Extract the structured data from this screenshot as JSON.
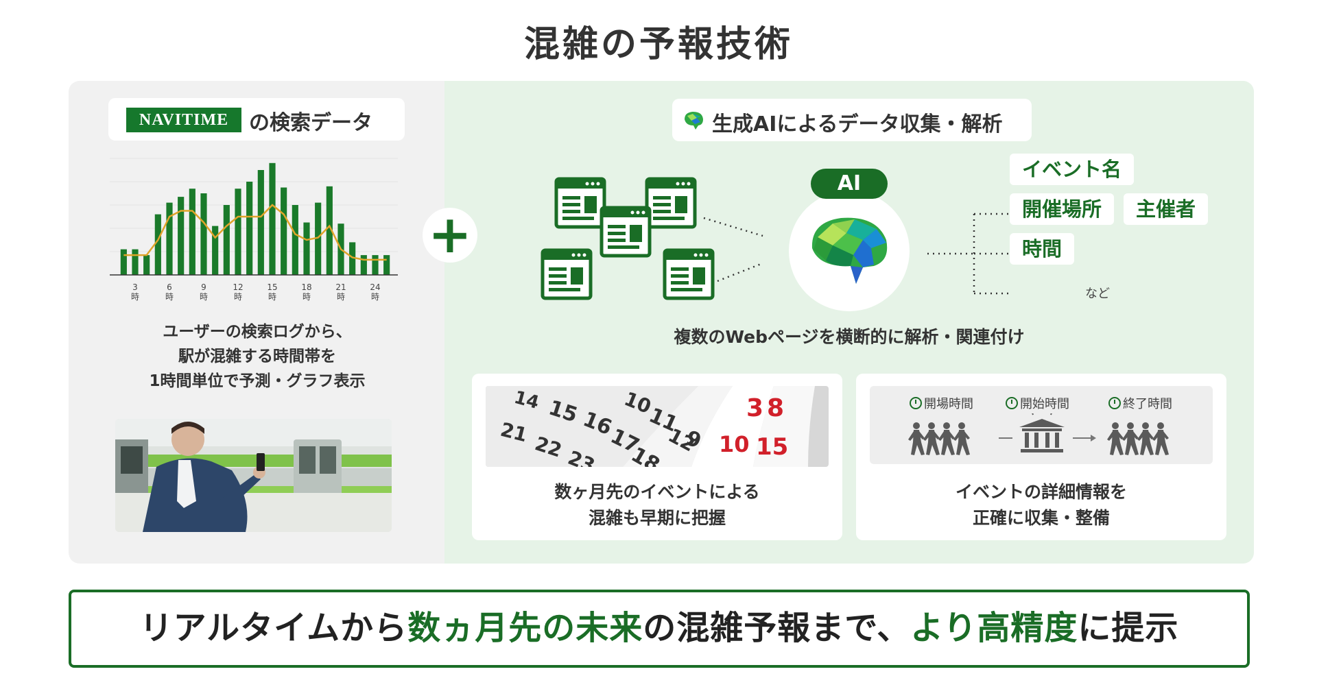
{
  "title": "混雑の予報技術",
  "left": {
    "logo_text": "NAVITIME",
    "logo_suffix": "の検索データ",
    "chart_ticks": [
      {
        "num": "3",
        "unit": "時"
      },
      {
        "num": "6",
        "unit": "時"
      },
      {
        "num": "9",
        "unit": "時"
      },
      {
        "num": "12",
        "unit": "時"
      },
      {
        "num": "15",
        "unit": "時"
      },
      {
        "num": "18",
        "unit": "時"
      },
      {
        "num": "21",
        "unit": "時"
      },
      {
        "num": "24",
        "unit": "時"
      }
    ],
    "description": [
      "ユーザーの検索ログから、",
      "駅が混雑する時間帯を",
      "1時間単位で予測・グラフ表示"
    ]
  },
  "plus": "+",
  "right": {
    "header": "生成AIによるデータ収集・解析",
    "ai_badge": "AI",
    "tags": [
      "イベント名",
      "開催場所",
      "主催者",
      "時間"
    ],
    "tags_note": "など",
    "description": "複数のWebページを横断的に解析・関連付け",
    "cards": [
      {
        "lines": [
          "数ヶ月先のイベントによる",
          "混雑も早期に把握"
        ]
      },
      {
        "timeline": [
          "開場時間",
          "開始時間",
          "終了時間"
        ],
        "lines": [
          "イベントの詳細情報を",
          "正確に収集・整備"
        ]
      }
    ]
  },
  "bottom": {
    "segments": [
      {
        "text": "リアルタイムから",
        "highlight": false
      },
      {
        "text": "数ヵ月先の未来",
        "highlight": true
      },
      {
        "text": "の混雑予報まで、",
        "highlight": false
      },
      {
        "text": "より高精度",
        "highlight": true
      },
      {
        "text": "に提示",
        "highlight": false
      }
    ]
  },
  "colors": {
    "accent": "#1a6d26",
    "panel_left": "#f1f1f1",
    "panel_right": "#e6f3e7"
  },
  "chart_data": {
    "type": "bar",
    "categories": [
      "2",
      "3",
      "4",
      "5",
      "6",
      "7",
      "8",
      "9",
      "10",
      "11",
      "12",
      "13",
      "14",
      "15",
      "16",
      "17",
      "18",
      "19",
      "20",
      "21",
      "22",
      "23",
      "24",
      "1"
    ],
    "series": [
      {
        "values": [
          22,
          22,
          17,
          52,
          62,
          67,
          74,
          70,
          42,
          60,
          74,
          80,
          90,
          96,
          75,
          60,
          45,
          62,
          76,
          44,
          28,
          17,
          17,
          17
        ]
      },
      {
        "values": [
          17,
          17,
          17,
          30,
          50,
          55,
          55,
          45,
          32,
          42,
          50,
          50,
          50,
          60,
          52,
          35,
          30,
          32,
          42,
          22,
          15,
          13,
          13,
          13
        ]
      }
    ],
    "ylim": [
      0,
      100
    ],
    "grid": true
  }
}
